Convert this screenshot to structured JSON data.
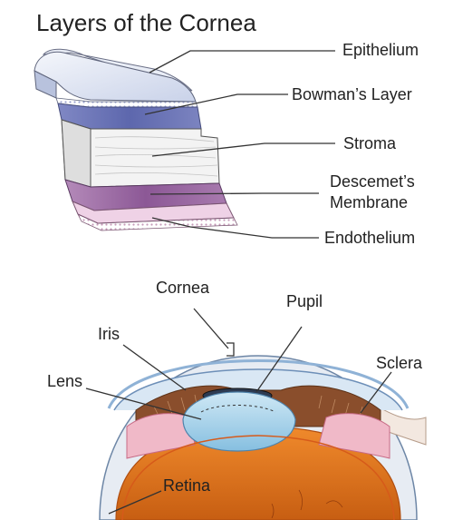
{
  "title": "Layers of the Cornea",
  "cornea_layers": [
    {
      "label": "Epithelium"
    },
    {
      "label": "Bowman’s Layer"
    },
    {
      "label": "Stroma"
    },
    {
      "label": "Descemet’s",
      "label_line2": "Membrane"
    },
    {
      "label": "Endothelium"
    }
  ],
  "eye_labels": {
    "cornea": "Cornea",
    "pupil": "Pupil",
    "iris": "Iris",
    "sclera": "Sclera",
    "lens": "Lens",
    "retina": "Retina"
  },
  "colors": {
    "epithelium": "#dfe5f3",
    "bowman": "#6f78b8",
    "stroma": "#f1f1f1",
    "descemet": "#9a6aa3",
    "endothelium": "#ecc7e0",
    "iris": "#8a4e2c",
    "lens": "#a9d3ea",
    "retina": "#e07a24",
    "sclera": "#e8ecf2"
  }
}
